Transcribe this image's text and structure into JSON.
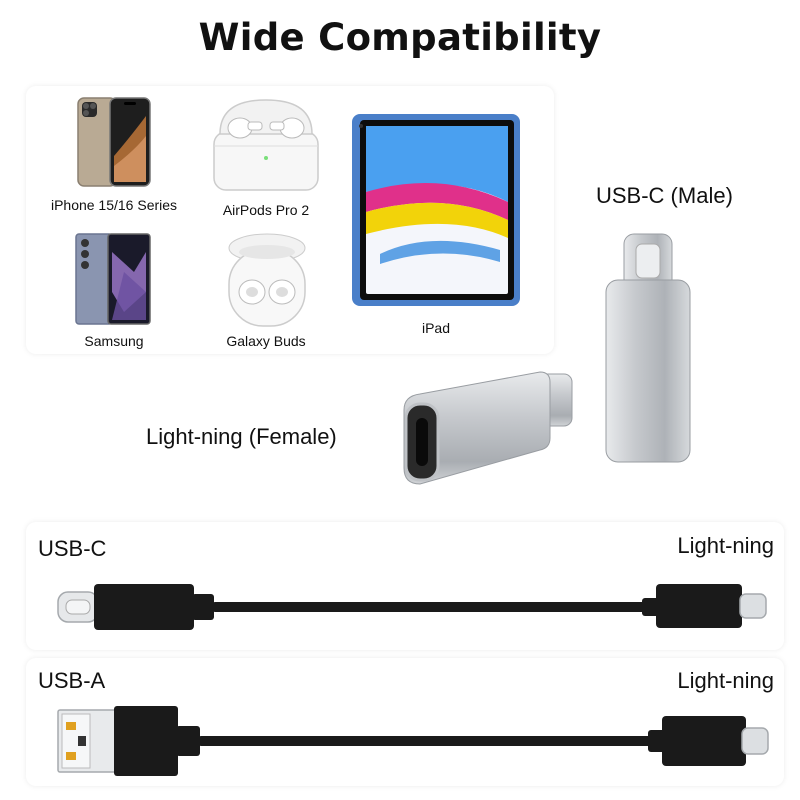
{
  "title": "Wide Compatibility",
  "devices": {
    "iphone": "iPhone 15/16 Series",
    "airpods": "AirPods Pro 2",
    "ipad": "iPad",
    "samsung": "Samsung",
    "buds": "Galaxy Buds"
  },
  "adapter": {
    "male_label": "USB-C (Male)",
    "female_label": "Light-ning (Female)"
  },
  "cables": [
    {
      "left_label": "USB-C",
      "right_label": "Light-ning"
    },
    {
      "left_label": "USB-A",
      "right_label": "Light-ning"
    }
  ],
  "colors": {
    "cable": "#1a1a1a",
    "adapter_silver": "#c9ccd0",
    "ipad_body": "#4a7fc9"
  }
}
